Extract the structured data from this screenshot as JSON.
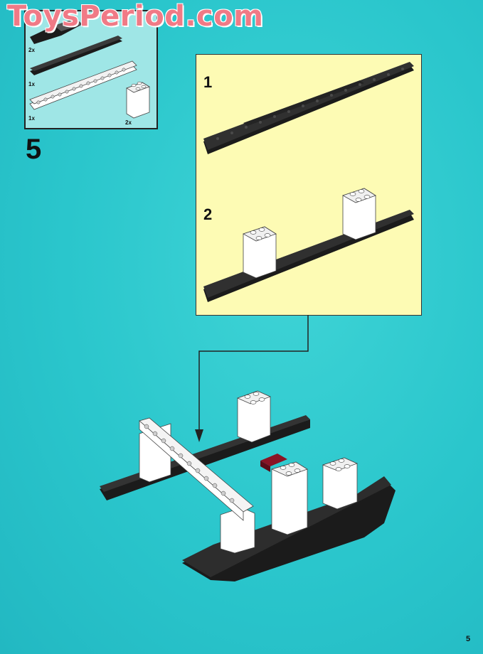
{
  "watermark": "ToysPeriod.com",
  "parts_list": {
    "items": [
      {
        "part": "black 2x plate (angled)",
        "qty": "2x"
      },
      {
        "part": "black long plate",
        "qty": "1x"
      },
      {
        "part": "white technic brick",
        "qty": "1x"
      },
      {
        "part": "white 2x2 brick",
        "qty": "2x"
      }
    ]
  },
  "step_number": "5",
  "substeps": [
    {
      "label": "1"
    },
    {
      "label": "2"
    }
  ],
  "page_number": "5",
  "colors": {
    "background": "#2ac6cc",
    "substep_panel": "#fdfbb4",
    "parts_panel": "#9fe6e6",
    "black_brick": "#1b1b1b",
    "white_brick": "#ffffff",
    "red_tile": "#8a1424"
  }
}
